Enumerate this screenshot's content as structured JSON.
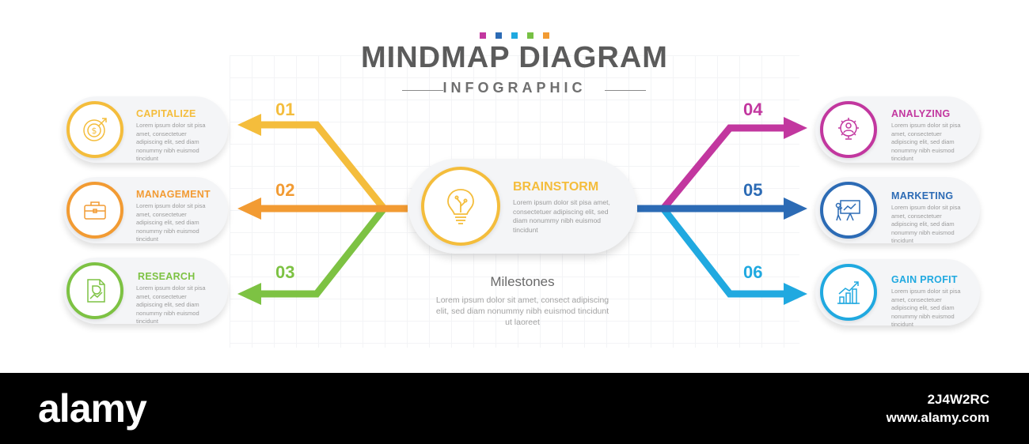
{
  "header": {
    "title": "MINDMAP DIAGRAM",
    "subtitle": "INFOGRAPHIC",
    "accent_dots": [
      "#c2379f",
      "#2c6bb5",
      "#20a9e0",
      "#77c044",
      "#f29b33"
    ]
  },
  "center": {
    "title": "BRAINSTORM",
    "text": "Lorem ipsum dolor sit pisa amet, consectetuer adipiscing elit, sed diam nonummy nibh euismod tincidunt",
    "color": "#f4bd3c",
    "icon": "light-bulb-icon"
  },
  "milestones": {
    "title": "Milestones",
    "text": "Lorem ipsum dolor sit amet, consect adipiscing elit, sed diam nonummy nibh euismod tincidunt ut laoreet"
  },
  "branches": [
    {
      "number": "01",
      "title": "CAPITALIZE",
      "color": "#f4bd3c",
      "icon": "dollar-target-icon",
      "text": "Lorem ipsum dolor sit pisa amet, consectetuer adipiscing elit, sed diam nonummy nibh euismod tincidunt"
    },
    {
      "number": "02",
      "title": "MANAGEMENT",
      "color": "#f29b33",
      "icon": "briefcase-icon",
      "text": "Lorem ipsum dolor sit pisa amet, consectetuer adipiscing elit, sed diam nonummy nibh euismod tincidunt"
    },
    {
      "number": "03",
      "title": "RESEARCH",
      "color": "#7dc243",
      "icon": "report-chart-icon",
      "text": "Lorem ipsum dolor sit pisa amet, consectetuer adipiscing elit, sed diam nonummy nibh euismod tincidunt"
    },
    {
      "number": "04",
      "title": "ANALYZING",
      "color": "#c2379f",
      "icon": "gear-person-icon",
      "text": "Lorem ipsum dolor sit pisa amet, consectetuer adipiscing elit, sed diam nonummy nibh euismod tincidunt"
    },
    {
      "number": "05",
      "title": "MARKETING",
      "color": "#2c6bb5",
      "icon": "presentation-board-icon",
      "text": "Lorem ipsum dolor sit pisa amet, consectetuer adipiscing elit, sed diam nonummy nibh euismod tincidunt"
    },
    {
      "number": "06",
      "title": "GAIN PROFIT",
      "color": "#20a9e0",
      "icon": "growth-chart-icon",
      "text": "Lorem ipsum dolor sit pisa amet, consectetuer adipiscing elit, sed diam nonummy nibh euismod tincidunt"
    }
  ],
  "footer": {
    "brand": "alamy",
    "image_id": "2J4W2RC",
    "site": "www.alamy.com"
  }
}
